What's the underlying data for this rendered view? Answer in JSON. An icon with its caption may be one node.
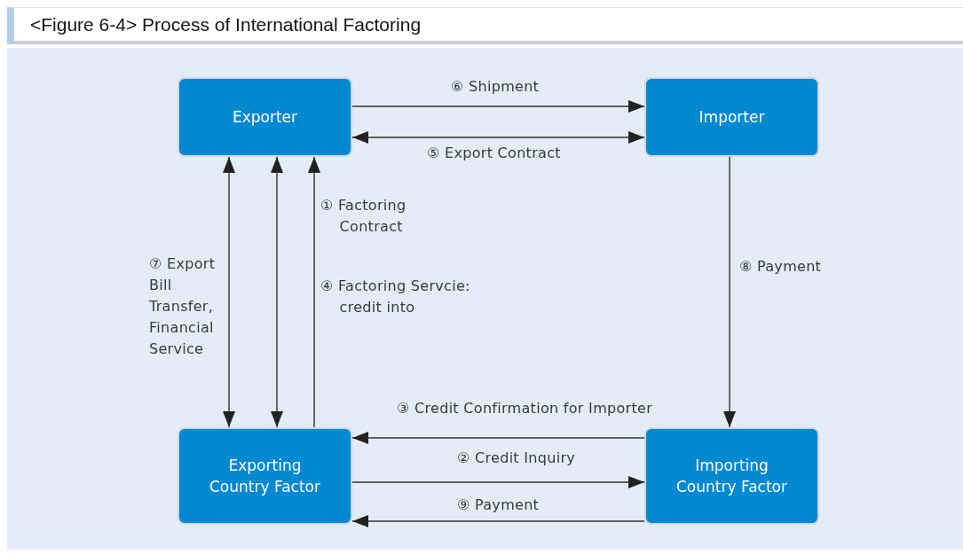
{
  "diagram": {
    "title": "<Figure 6-4> Process of International Factoring",
    "nodes": [
      {
        "text": [
          "Exporter"
        ]
      },
      {
        "text": [
          "Importer"
        ]
      },
      {
        "text": [
          "Exporting Country Factor"
        ]
      },
      {
        "text": [
          "Importing Country Factor"
        ]
      }
    ],
    "edges": [
      {
        "from": 0,
        "to": 1,
        "arrow": "to",
        "label": "⑥ Shipment"
      },
      {
        "from": 0,
        "to": 1,
        "arrow": "both",
        "label": "⑤ Export Contract"
      },
      {
        "from": 2,
        "to": 0,
        "arrow": "both",
        "label": "⑦ Export Bill Transfer, Financial Service"
      },
      {
        "from": 2,
        "to": 0,
        "arrow": "both"
      },
      {
        "from": 2,
        "to": 0,
        "arrow": "to",
        "label": "① Factoring Contract"
      },
      {
        "from": 1,
        "to": 3,
        "arrow": "to",
        "label": "⑧ Payment"
      },
      {
        "from": 3,
        "to": 2,
        "arrow": "to",
        "label": "③ Credit Confirmation for Importer"
      },
      {
        "from": 2,
        "to": 3,
        "arrow": "to",
        "label": "② Credit Inquiry"
      },
      {
        "from": 3,
        "to": 2,
        "arrow": "to",
        "label": "⑨ Payment"
      }
    ],
    "labels": [
      "④ Factoring Servcie: credit into"
    ]
  }
}
